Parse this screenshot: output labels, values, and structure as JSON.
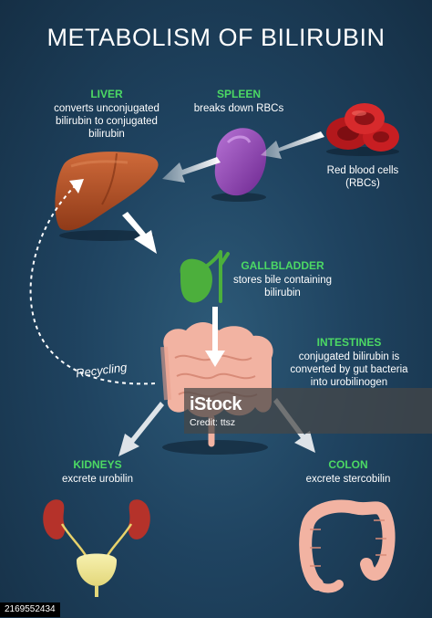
{
  "title": "METABOLISM OF BILIRUBIN",
  "liver": {
    "heading": "LIVER",
    "text": "converts unconjugated bilirubin to conjugated bilirubin"
  },
  "spleen": {
    "heading": "SPLEEN",
    "text": "breaks down RBCs"
  },
  "rbc": {
    "text": "Red blood cells (RBCs)"
  },
  "gallbladder": {
    "heading": "GALLBLADDER",
    "text": "stores bile containing bilirubin"
  },
  "intestines": {
    "heading": "INTESTINES",
    "text": "conjugated bilirubin is converted by gut bacteria into urobilinogen"
  },
  "kidneys": {
    "heading": "KIDNEYS",
    "text": "excrete urobilin"
  },
  "colon": {
    "heading": "COLON",
    "text": "excrete stercobilin"
  },
  "recycling": "Recycling",
  "watermark": {
    "logo": "iStock",
    "credit": "Credit: ttsz"
  },
  "image_id": "2169552434",
  "colors": {
    "heading": "#4cd964",
    "background": "#1f4360",
    "liver": "#b5552a",
    "spleen": "#8e3fb0",
    "rbc": "#c81e22",
    "gallbladder": "#4caf3c",
    "intestine": "#f2b3a2"
  }
}
